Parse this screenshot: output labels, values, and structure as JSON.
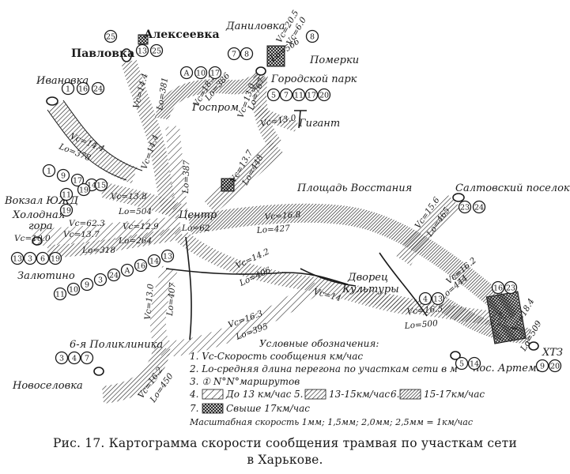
{
  "places": {
    "alekseevka": "Алексеевка",
    "pavlovka": "Павловка",
    "danilovka": "Даниловка",
    "pomerki": "Померки",
    "gorodskoy_park": "Городской парк",
    "ivanovka": "Ивановка",
    "gosprom": "Госпром",
    "gigant": "Гигант",
    "vokzal_yuzhny": "Вокзал ЮЖД",
    "kholodnaya_gora_1": "Холодная",
    "kholodnaya_gora_2": "гора",
    "tsentr": "Центр",
    "ploshchad_vosstaniya": "Площадь Восстания",
    "saltovsky_poselok": "Салтовский поселок",
    "zalyutino": "Залютино",
    "dvorets_1": "Дворец",
    "dvorets_2": "Культуры",
    "poliklinika": "6-я Поликлиника",
    "novoselovka": "Новоселовка",
    "pos_artema": "пос. Артема",
    "khtz": "ХТЗ"
  },
  "segment_labels": {
    "pavlovka_vc": "Vc=14.4",
    "pavlovka_lo": "Lo=381",
    "gosprom_vc": "Vc=18.2",
    "gosprom_lo": "Lo=386",
    "danilovka_vc": "Vc=20.5",
    "danilovka_lo": "Lo=566",
    "danilovka_vc2": "Vc=6.0",
    "park_vc": "Vc=13.0",
    "park_lo": "Lo=767",
    "gigant_vc": "Vc=13.0",
    "ivanovka_vc": "Vc=14.4",
    "ivanovka_lo": "Lo=378",
    "north_vc": "Vc=14.4",
    "north_lo": "Lo=387",
    "central_vc": "Vc=13.7",
    "central_lo": "Lo=448",
    "vokzal_vc": "Vc=13.8",
    "vokzal_lo": "Lo=504",
    "kholod_vc": "Vc=62.3",
    "kholod_vc2": "Vc=13.7",
    "tsentr_vc": "Lo=62",
    "west_vc": "Vc=12.9",
    "west_lo": "Lo=264",
    "far_west_vc": "Vc=10.0",
    "far_west_lo": "Lo=318",
    "east_vc": "Vc=16.8",
    "east_lo": "Lo=427",
    "salt_vc": "Vc=15.6",
    "salt_lo": "Lo=465",
    "mid_vc": "Vc=14.2",
    "mid_lo": "Lo=406",
    "south_vc": "Vc=13.0",
    "south_lo": "Lo=407",
    "dvorets_vc": "Vc=14",
    "south2_vc": "Vc=16.3",
    "south2_lo": "Lo=395",
    "khtz_vc": "Vc=16.2",
    "khtz_lo": "Lo=444",
    "khtz2_vc": "Vc=16.5",
    "khtz2_lo": "Lo=500",
    "khtz3_vc": "Vc=18.4",
    "khtz3_lo": "Lo=509",
    "novo_vc": "Vc=16.2",
    "novo_lo": "Lo=450"
  },
  "route_groups": {
    "pavlovka": [
      "13",
      "25"
    ],
    "alekseevka": [
      "25"
    ],
    "danilovka_a": [
      "7",
      "8"
    ],
    "danilovka_b": [
      "8"
    ],
    "gosprom": [
      "А",
      "10",
      "17"
    ],
    "park": [
      "5",
      "7",
      "11",
      "17",
      "20"
    ],
    "ivanovka": [
      "1",
      "16",
      "24"
    ],
    "vokzal_top": [
      "1",
      "9",
      "17",
      "14"
    ],
    "vokzal_mid": [
      "11",
      "19",
      "15"
    ],
    "vokzal_low": [
      "19"
    ],
    "zalyutino_line": [
      "13",
      "3",
      "6",
      "19"
    ],
    "zalyutino_diag": [
      "11",
      "10",
      "9",
      "3",
      "24",
      "А",
      "16",
      "14",
      "13"
    ],
    "saltovka": [
      "23",
      "24"
    ],
    "khtz_top": [
      "16",
      "23"
    ],
    "dvorets": [
      "4",
      "13"
    ],
    "poliklinika": [
      "3",
      "4",
      "7"
    ],
    "artema": [
      "5",
      "14"
    ],
    "khtz_end": [
      "9",
      "20"
    ]
  },
  "legend": {
    "title": "Условные обозначения:",
    "item1": "1. Vc-Скорость сообщения км/час",
    "item2": "2. Lo-средняя длина перегона по участкам сети в м",
    "item3": "3. ① N°N°маршрутов",
    "item4": "4.",
    "item4_text": "До 13 км/час",
    "item5": "5.",
    "item5_text": "13-15км/час",
    "item6": "6.",
    "item6_text": "15-17км/час",
    "item7": "7.",
    "item7_text": "Свыше 17км/час",
    "scale": "Масштабная скорость 1мм; 1,5мм; 2,0мм; 2,5мм = 1км/час"
  },
  "caption": {
    "line1": "Рис. 17. Картограмма скорости сообщения трамвая по участкам сети",
    "line2": "в Харькове."
  },
  "colors": {
    "ink": "#1a1a1a",
    "paper": "#ffffff"
  }
}
